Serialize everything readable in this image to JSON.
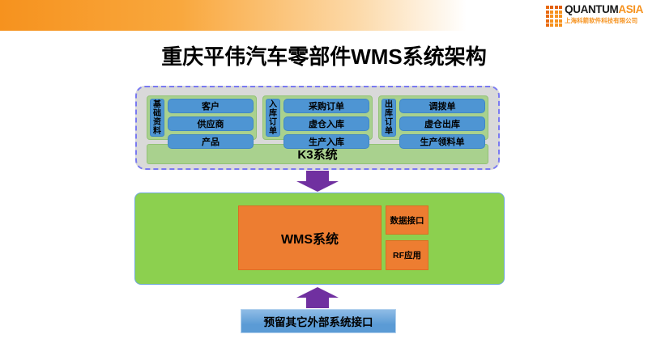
{
  "slide": {
    "title": "重庆平伟汽车零部件WMS系统架构"
  },
  "logo": {
    "brand_primary": "QUANTUM",
    "brand_accent": "ASIA",
    "company_name": "上海科箭软件科技有限公司"
  },
  "k3_section": {
    "groups": [
      {
        "label": "基础资料",
        "items": [
          "客户",
          "供应商",
          "产品"
        ]
      },
      {
        "label": "入库订单",
        "items": [
          "采购订单",
          "虚仓入库",
          "生产入库"
        ]
      },
      {
        "label": "出库订单",
        "items": [
          "调拨单",
          "虚仓出库",
          "生产领料单"
        ]
      }
    ],
    "footer_label": "K3系统"
  },
  "wms_section": {
    "main_label": "WMS系统",
    "modules": [
      "数据接口",
      "RF应用"
    ]
  },
  "external_section": {
    "label": "预留其它外部系统接口"
  },
  "colors": {
    "accent_orange": "#F6921E",
    "box_orange": "#ED7D31",
    "box_blue": "#4E95D3",
    "panel_green": "#A9D18E",
    "bright_green": "#8CD04F",
    "arrow_purple": "#7030A0",
    "container_gray": "#D9D9D9",
    "dash_border": "#7979F1",
    "external_blue": "#5B9BD5"
  }
}
